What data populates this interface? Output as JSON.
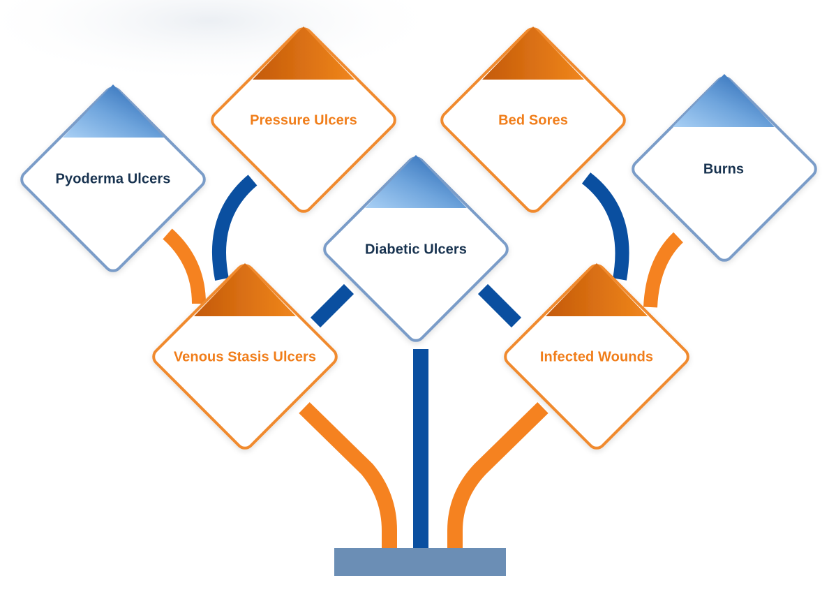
{
  "colors": {
    "blue_stroke": "#0a4fa0",
    "orange_stroke": "#f58220",
    "blue_frame": "#7a9cc8",
    "orange_frame": "#f08a2e",
    "base": "#6b8eb5"
  },
  "nodes": [
    {
      "id": "pyoderma-ulcers",
      "label": "Pyoderma Ulcers",
      "theme": "blue",
      "icon": "triangle-icon"
    },
    {
      "id": "pressure-ulcers",
      "label": "Pressure Ulcers",
      "theme": "orange",
      "icon": "triangle-icon"
    },
    {
      "id": "bed-sores",
      "label": "Bed Sores",
      "theme": "orange",
      "icon": "triangle-icon"
    },
    {
      "id": "burns",
      "label": "Burns",
      "theme": "blue",
      "icon": "triangle-icon"
    },
    {
      "id": "diabetic-ulcers",
      "label": "Diabetic Ulcers",
      "theme": "blue",
      "icon": "triangle-icon"
    },
    {
      "id": "venous-stasis-ulcers",
      "label": "Venous Stasis Ulcers",
      "theme": "orange",
      "icon": "triangle-icon"
    },
    {
      "id": "infected-wounds",
      "label": "Infected Wounds",
      "theme": "orange",
      "icon": "triangle-icon"
    }
  ]
}
